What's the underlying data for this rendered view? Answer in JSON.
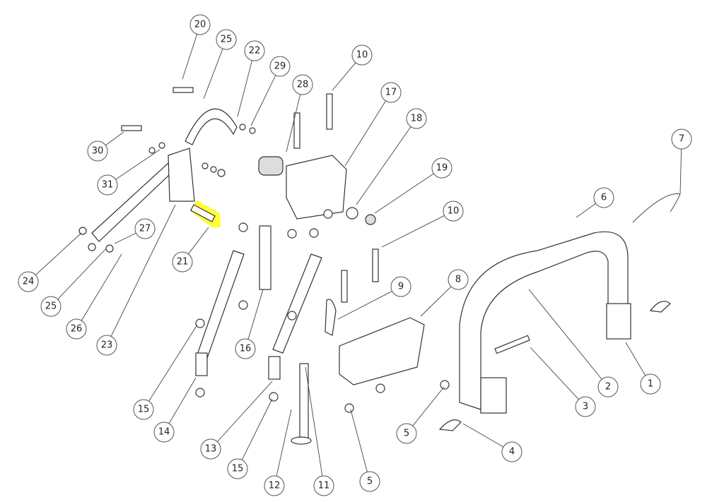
{
  "diagram": {
    "type": "exploded parts diagram",
    "highlight_color": "#ffff33",
    "highlighted_part": "21",
    "callouts": [
      "20",
      "25",
      "22",
      "29",
      "10",
      "28",
      "17",
      "18",
      "30",
      "7",
      "19",
      "31",
      "6",
      "27",
      "10",
      "21",
      "24",
      "9",
      "8",
      "25",
      "26",
      "23",
      "16",
      "1",
      "2",
      "15",
      "3",
      "14",
      "5",
      "4",
      "13",
      "15",
      "5",
      "12",
      "11"
    ]
  }
}
